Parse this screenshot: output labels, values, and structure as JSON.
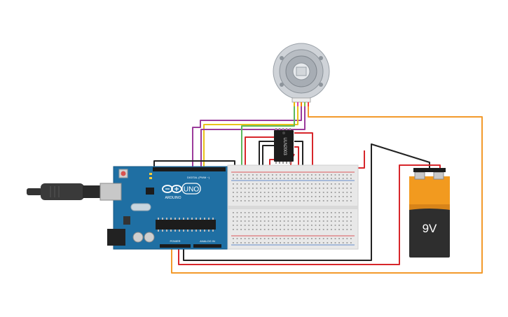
{
  "components": {
    "arduino": {
      "brand": "ARDUINO",
      "model": "UNO",
      "digital_label": "DIGITAL (PWM ~)",
      "power_label": "POWER",
      "analog_label": "ANALOG IN",
      "board_color": "#1f6fa3"
    },
    "driver_chip": {
      "label": "ULN2003"
    },
    "battery": {
      "voltage_label": "9V",
      "top_color": "#f29a1f",
      "body_color": "#2e2e2e"
    },
    "stepper_motor": {
      "wire_colors": [
        "#e6b800",
        "#e040a0",
        "#ff7f00",
        "#7cc142",
        "#ff3b3b"
      ]
    },
    "breadboard": {
      "color": "#e8e8e8"
    }
  },
  "wire_colors": {
    "orange": "#f39a2b",
    "red": "#d7262b",
    "black": "#222222",
    "purple": "#9b3b9b",
    "yellow": "#e9c21a",
    "green": "#5cb85c"
  }
}
